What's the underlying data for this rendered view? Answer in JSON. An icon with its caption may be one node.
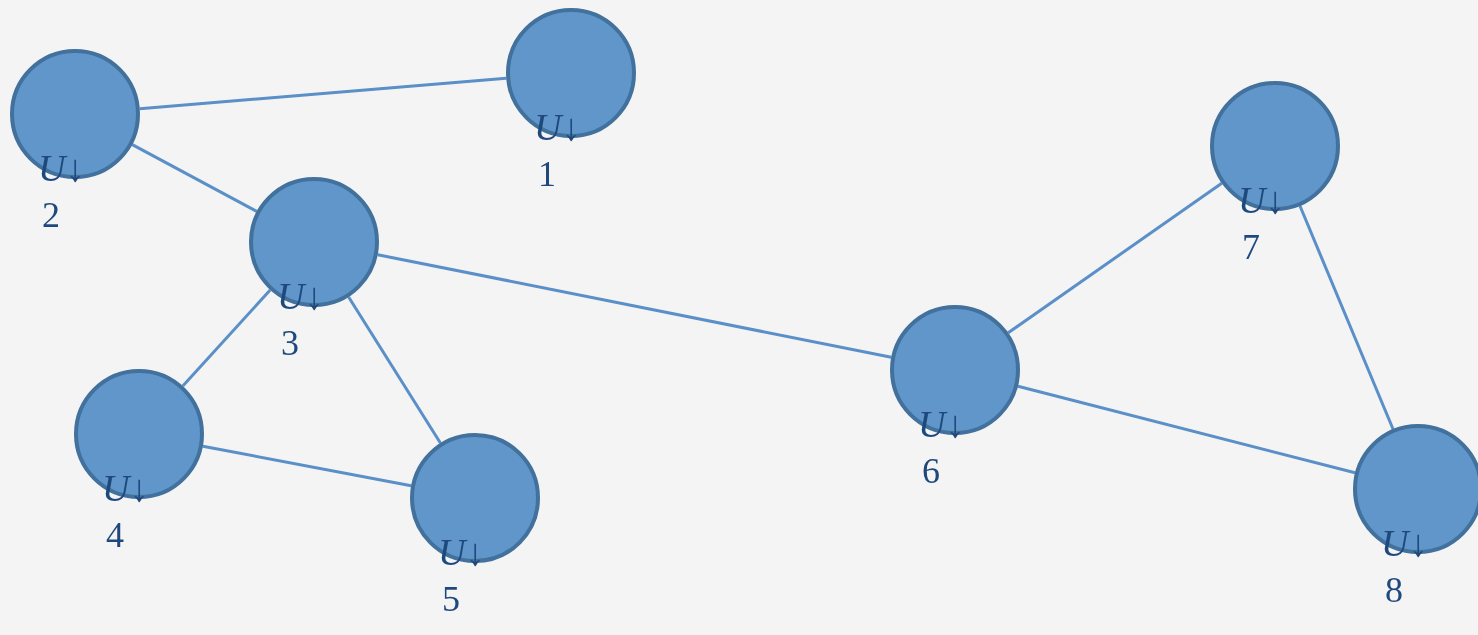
{
  "diagram": {
    "nodes": [
      {
        "text": [
          "U↓"
        ],
        "beside": [
          "1"
        ]
      },
      {
        "text": [
          "U↓"
        ],
        "beside": [
          "2"
        ]
      },
      {
        "text": [
          "U↓"
        ],
        "beside": [
          "3"
        ]
      },
      {
        "text": [
          "U↓"
        ],
        "beside": [
          "4"
        ]
      },
      {
        "text": [
          "U↓"
        ],
        "beside": [
          "5"
        ]
      },
      {
        "text": [
          "U↓"
        ],
        "beside": [
          "6"
        ]
      },
      {
        "text": [
          "U↓"
        ],
        "beside": [
          "7"
        ]
      },
      {
        "text": [
          "U↓"
        ],
        "beside": [
          "8"
        ]
      }
    ],
    "edges": [
      {
        "from": 1,
        "to": 0,
        "arrow": "none"
      },
      {
        "from": 1,
        "to": 2,
        "arrow": "none"
      },
      {
        "from": 2,
        "to": 5,
        "arrow": "none"
      },
      {
        "from": 2,
        "to": 3,
        "arrow": "none"
      },
      {
        "from": 2,
        "to": 4,
        "arrow": "none"
      },
      {
        "from": 3,
        "to": 4,
        "arrow": "none"
      },
      {
        "from": 5,
        "to": 6,
        "arrow": "none"
      },
      {
        "from": 5,
        "to": 7,
        "arrow": "none"
      },
      {
        "from": 6,
        "to": 7,
        "arrow": "none"
      }
    ]
  }
}
